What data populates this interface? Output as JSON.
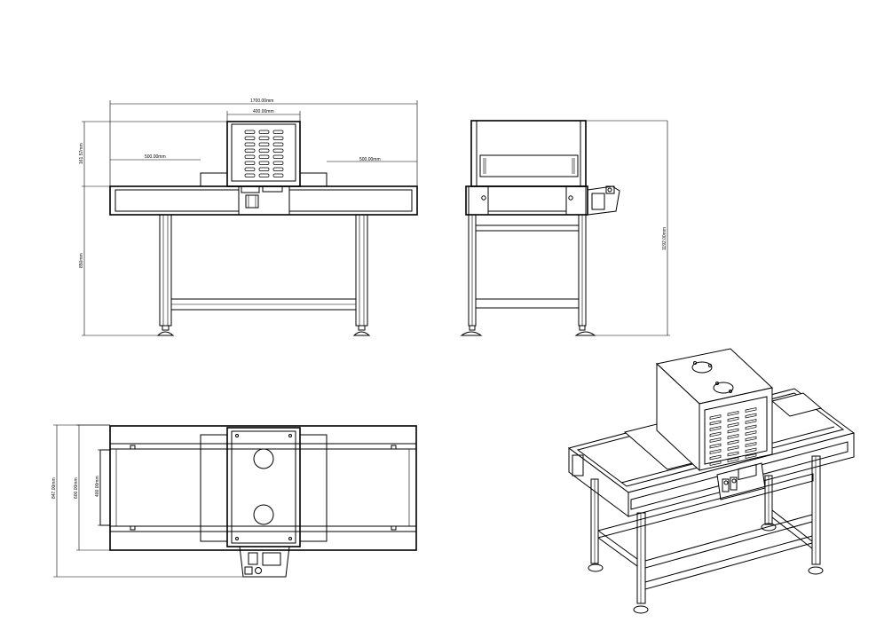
{
  "dimensions": {
    "overall_length": "1700.00mm",
    "hood_width": "400.00mm",
    "hood_height": "161.57mm",
    "left_extension": "500.00mm",
    "right_extension": "500.00mm",
    "table_height": "850mm",
    "side_total_height": "1192.00mm",
    "top_total_depth": "847.00mm",
    "top_frame_depth": "600.00mm",
    "top_belt_width": "400.00mm"
  },
  "colors": {
    "line": "#000000",
    "background": "#ffffff"
  },
  "views": [
    "front-view",
    "side-view",
    "top-view",
    "isometric-view"
  ]
}
